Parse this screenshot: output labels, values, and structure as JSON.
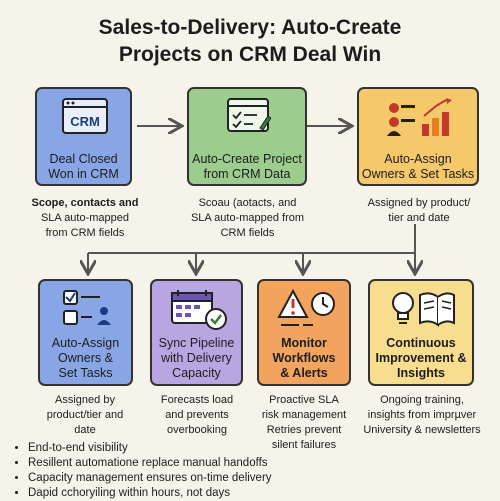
{
  "title_line1": "Sales-to-Delivery: Auto-Create",
  "title_line2": "Projects on CRM Deal Win",
  "top_cards": [
    {
      "label1": "Deal Closed",
      "label2": "Won in CRM",
      "icon_text": "CRM",
      "icon": "crm-window-icon",
      "desc": [
        "Scope, contacts and",
        "SLA auto-mapped",
        "from CRM fields"
      ],
      "color": "#88a6e6"
    },
    {
      "label1": "Auto-Create Project",
      "label2": "from CRM Data",
      "icon": "checklist-window-icon",
      "desc": [
        "Scoau (aotacts, and",
        "SLA auto-mapped from",
        "CRM fields"
      ],
      "color": "#9ccc8e"
    },
    {
      "label1": "Auto-Assign",
      "label2": "Owners & Set Tasks",
      "icon": "team-chart-icon",
      "desc": [
        "Assigned by product/",
        "tier and date"
      ],
      "color": "#f5c86a"
    }
  ],
  "bottom_cards": [
    {
      "label1": "Auto-Assign",
      "label2": "Owners &",
      "label3": "Set Tasks",
      "icon": "task-checklist-icon",
      "desc": [
        "Assigned by",
        "product/tier and",
        "date"
      ],
      "color": "#88a6e6"
    },
    {
      "label1": "Sync Pipeline",
      "label2": "with Delivery",
      "label3": "Capacity",
      "icon": "calendar-sync-icon",
      "desc": [
        "Forecasts load",
        "and prevents",
        "overbooking"
      ],
      "color": "#b8a6e2"
    },
    {
      "label1": "Monitor",
      "label2": "Workflows",
      "label3": "& Alerts",
      "icon": "alert-clock-icon",
      "desc": [
        "Proactive SLA",
        "risk management",
        "Retries prevent",
        "silent failures"
      ],
      "color": "#f2a35e"
    },
    {
      "label1": "Continuous",
      "label2": "Improvement &",
      "label3": "Insights",
      "icon": "lightbulb-book-icon",
      "desc": [
        "Ongoing training,",
        "insights from imprµver",
        "University & newsletters"
      ],
      "color": "#f7dd8e"
    }
  ],
  "bullets": [
    "End-to-end visibility",
    "Resillent automatione replace manual handoffs",
    "Capacity management ensures on-time delivery",
    "Dapid cchoryiling within hours, not days"
  ]
}
